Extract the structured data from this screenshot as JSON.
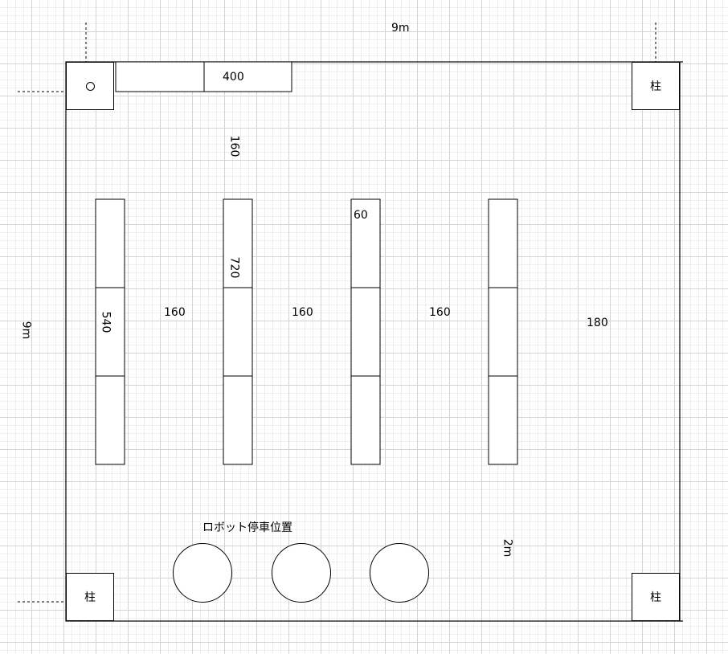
{
  "labels": {
    "top_width": "9m",
    "left_height": "9m",
    "bench_length": "400",
    "top_gap": "160",
    "shelf_width": "60",
    "shelf_long": "720",
    "shelf_short": "540",
    "aisle_1": "160",
    "aisle_2": "160",
    "aisle_3": "160",
    "right_gap": "180",
    "bottom_gap": "2m",
    "robot_area": "ロボット停車位置"
  },
  "pillars": {
    "top_right": "柱",
    "bottom_left": "柱",
    "bottom_right": "柱"
  },
  "robot_positions_count": 3,
  "shelf_columns_count": 4,
  "segments_per_shelf": 3
}
